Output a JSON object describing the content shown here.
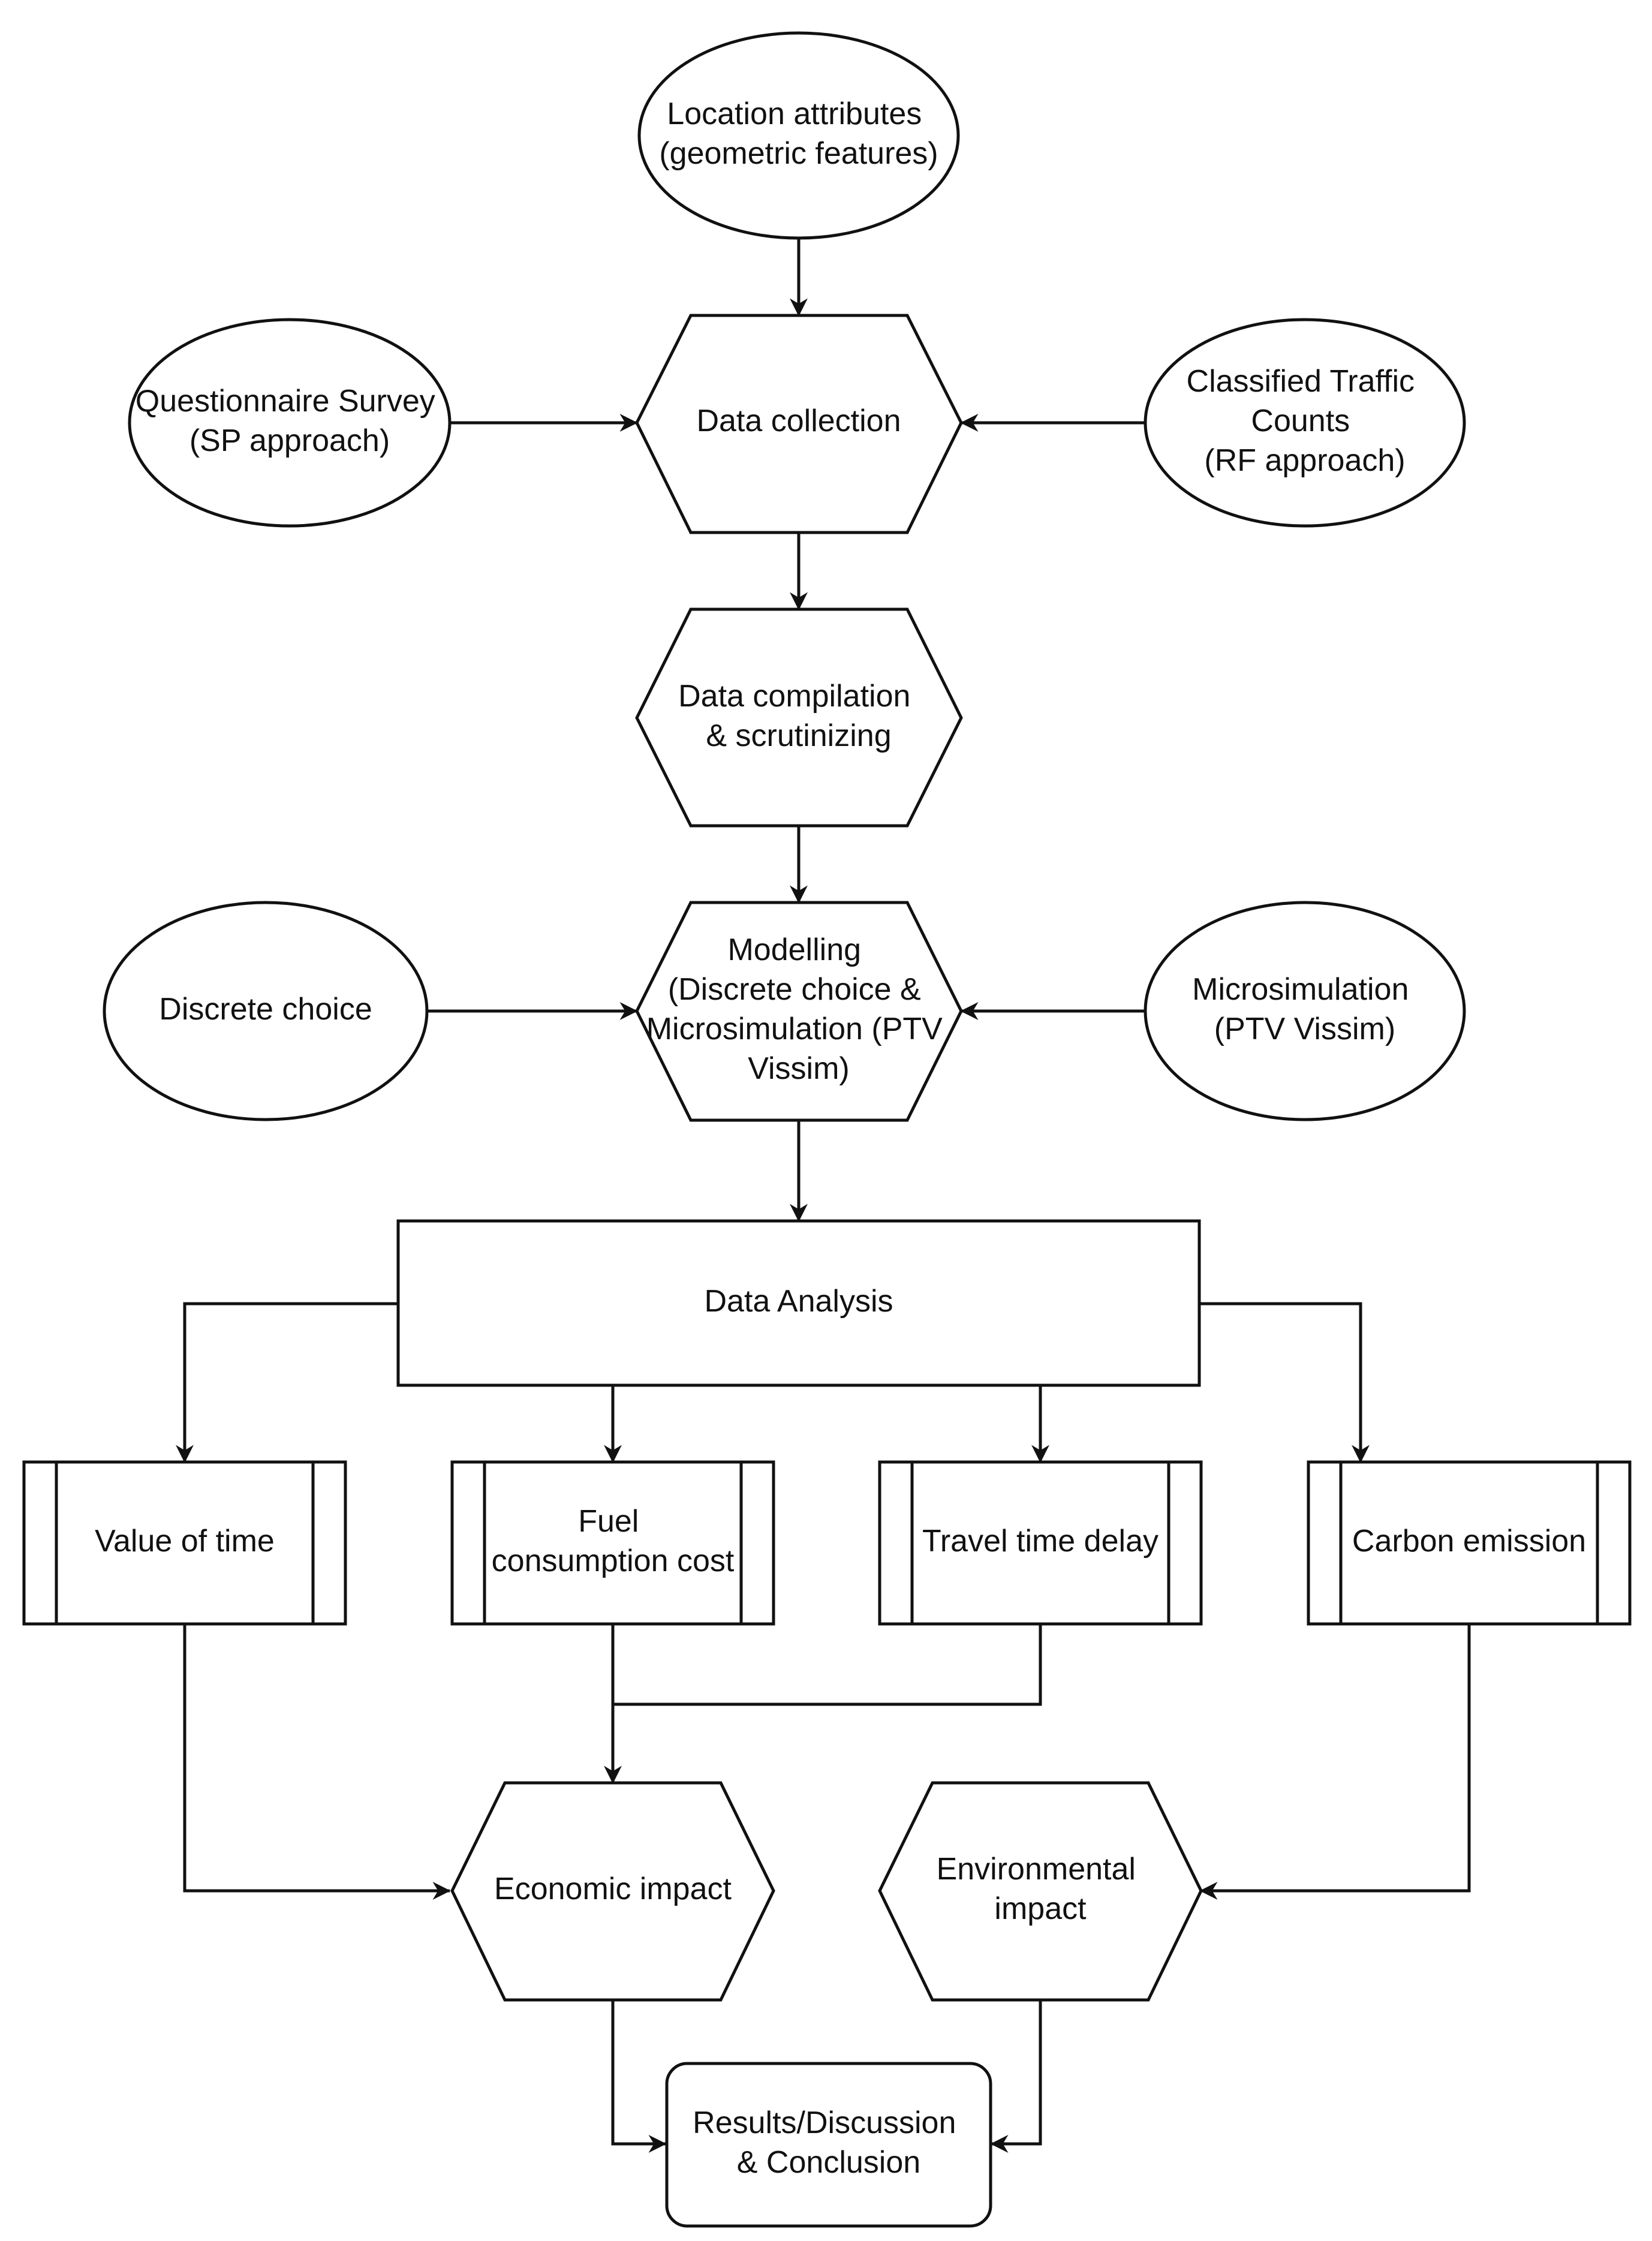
{
  "nodes": {
    "location": {
      "lines": [
        "Location attributes",
        "(geometric features)"
      ],
      "shape": "ellipse"
    },
    "questionnaire": {
      "lines": [
        "Questionnaire Survey",
        "(SP approach)"
      ],
      "shape": "ellipse"
    },
    "classified": {
      "lines": [
        "Classified Traffic",
        "Counts",
        "(RF approach)"
      ],
      "shape": "ellipse"
    },
    "data_collection": {
      "lines": [
        "Data collection"
      ],
      "shape": "hexagon"
    },
    "data_compilation": {
      "lines": [
        "Data compilation",
        "& scrutinizing"
      ],
      "shape": "hexagon"
    },
    "discrete_choice": {
      "lines": [
        "Discrete choice"
      ],
      "shape": "ellipse"
    },
    "modelling": {
      "lines": [
        "Modelling",
        "(Discrete choice &",
        "Microsimulation (PTV",
        "Vissim)"
      ],
      "shape": "hexagon"
    },
    "microsimulation": {
      "lines": [
        "Microsimulation",
        "(PTV Vissim)"
      ],
      "shape": "ellipse"
    },
    "data_analysis": {
      "lines": [
        "Data Analysis"
      ],
      "shape": "rectangle"
    },
    "value_of_time": {
      "lines": [
        "Value of time"
      ],
      "shape": "process"
    },
    "fuel_cost": {
      "lines": [
        "Fuel",
        "consumption cost"
      ],
      "shape": "process"
    },
    "travel_delay": {
      "lines": [
        "Travel time delay"
      ],
      "shape": "process"
    },
    "carbon": {
      "lines": [
        "Carbon emission"
      ],
      "shape": "process"
    },
    "economic": {
      "lines": [
        "Economic impact"
      ],
      "shape": "hexagon"
    },
    "environmental": {
      "lines": [
        "Environmental",
        "impact"
      ],
      "shape": "hexagon"
    },
    "results": {
      "lines": [
        "Results/Discussion",
        "& Conclusion"
      ],
      "shape": "rounded-rectangle"
    }
  },
  "edges": [
    {
      "from": "location",
      "to": "data_collection"
    },
    {
      "from": "questionnaire",
      "to": "data_collection"
    },
    {
      "from": "classified",
      "to": "data_collection"
    },
    {
      "from": "data_collection",
      "to": "data_compilation"
    },
    {
      "from": "data_compilation",
      "to": "modelling"
    },
    {
      "from": "discrete_choice",
      "to": "modelling"
    },
    {
      "from": "microsimulation",
      "to": "modelling"
    },
    {
      "from": "modelling",
      "to": "data_analysis"
    },
    {
      "from": "data_analysis",
      "to": "value_of_time"
    },
    {
      "from": "data_analysis",
      "to": "fuel_cost"
    },
    {
      "from": "data_analysis",
      "to": "travel_delay"
    },
    {
      "from": "data_analysis",
      "to": "carbon"
    },
    {
      "from": "fuel_cost",
      "to": "economic"
    },
    {
      "from": "travel_delay",
      "to": "economic"
    },
    {
      "from": "value_of_time",
      "to": "economic"
    },
    {
      "from": "carbon",
      "to": "environmental"
    },
    {
      "from": "economic",
      "to": "results"
    },
    {
      "from": "environmental",
      "to": "results"
    }
  ]
}
